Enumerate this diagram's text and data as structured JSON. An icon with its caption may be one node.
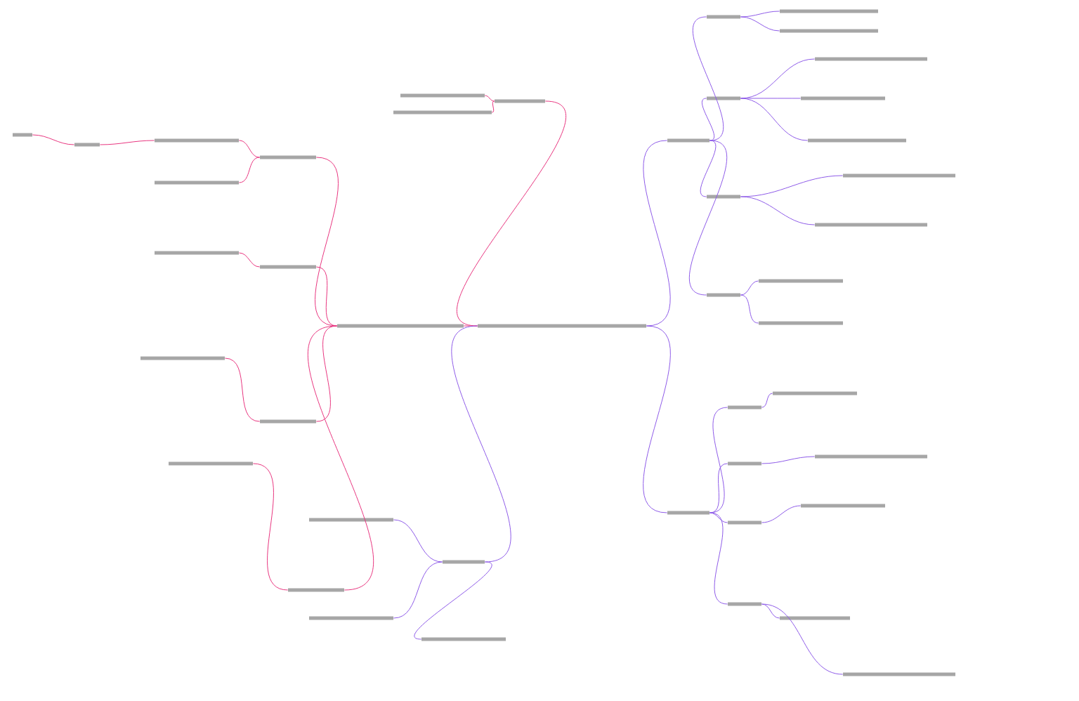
{
  "diagram": {
    "nodes": [
      {
        "text": [],
        "shape": "bar"
      },
      {
        "text": [],
        "shape": "bar"
      },
      {
        "text": [],
        "shape": "bar"
      },
      {
        "text": [],
        "shape": "bar"
      },
      {
        "text": [],
        "shape": "bar"
      },
      {
        "text": [],
        "shape": "bar"
      },
      {
        "text": [],
        "shape": "bar"
      },
      {
        "text": [],
        "shape": "bar"
      },
      {
        "text": [],
        "shape": "bar"
      },
      {
        "text": [],
        "shape": "bar"
      },
      {
        "text": [],
        "shape": "bar"
      },
      {
        "text": [],
        "shape": "bar"
      },
      {
        "text": [],
        "shape": "bar"
      },
      {
        "text": [],
        "shape": "bar"
      },
      {
        "text": [],
        "shape": "bar"
      },
      {
        "text": [],
        "shape": "bar"
      },
      {
        "text": [],
        "shape": "bar"
      },
      {
        "text": [],
        "shape": "bar"
      },
      {
        "text": [],
        "shape": "bar"
      },
      {
        "text": [],
        "shape": "bar"
      },
      {
        "text": [],
        "shape": "bar"
      },
      {
        "text": [],
        "shape": "bar"
      },
      {
        "text": [],
        "shape": "bar"
      },
      {
        "text": [],
        "shape": "bar"
      },
      {
        "text": [],
        "shape": "bar"
      },
      {
        "text": [],
        "shape": "bar"
      },
      {
        "text": [],
        "shape": "bar"
      },
      {
        "text": [],
        "shape": "bar"
      },
      {
        "text": [],
        "shape": "bar"
      },
      {
        "text": [],
        "shape": "bar"
      },
      {
        "text": [],
        "shape": "bar"
      },
      {
        "text": [],
        "shape": "bar"
      },
      {
        "text": [],
        "shape": "bar"
      },
      {
        "text": [],
        "shape": "bar"
      },
      {
        "text": [],
        "shape": "bar"
      },
      {
        "text": [],
        "shape": "bar"
      },
      {
        "text": [],
        "shape": "bar"
      },
      {
        "text": [],
        "shape": "bar"
      },
      {
        "text": [],
        "shape": "bar"
      },
      {
        "text": [],
        "shape": "bar"
      },
      {
        "text": [],
        "shape": "bar"
      },
      {
        "text": [],
        "shape": "bar"
      },
      {
        "text": [],
        "shape": "bar"
      },
      {
        "text": [],
        "shape": "bar"
      }
    ],
    "edges": [
      {
        "from": 0,
        "to": 1,
        "arrow": "none"
      },
      {
        "from": 0,
        "to": 2,
        "arrow": "none"
      },
      {
        "from": 0,
        "to": 3,
        "arrow": "none",
        "color": "#e8357f"
      },
      {
        "from": 0,
        "to": 4,
        "arrow": "none",
        "color": "#e8357f"
      },
      {
        "from": 0,
        "to": 40,
        "arrow": "none"
      },
      {
        "from": 1,
        "to": 5,
        "arrow": "none"
      },
      {
        "from": 1,
        "to": 6,
        "arrow": "none"
      },
      {
        "from": 1,
        "to": 7,
        "arrow": "none"
      },
      {
        "from": 1,
        "to": 8,
        "arrow": "none"
      },
      {
        "from": 5,
        "to": 9,
        "arrow": "none"
      },
      {
        "from": 5,
        "to": 10,
        "arrow": "none"
      },
      {
        "from": 6,
        "to": 11,
        "arrow": "none"
      },
      {
        "from": 6,
        "to": 12,
        "arrow": "none"
      },
      {
        "from": 6,
        "to": 13,
        "arrow": "none"
      },
      {
        "from": 7,
        "to": 14,
        "arrow": "none"
      },
      {
        "from": 7,
        "to": 15,
        "arrow": "none"
      },
      {
        "from": 8,
        "to": 16,
        "arrow": "none"
      },
      {
        "from": 8,
        "to": 17,
        "arrow": "none"
      },
      {
        "from": 2,
        "to": 18,
        "arrow": "none"
      },
      {
        "from": 2,
        "to": 19,
        "arrow": "none"
      },
      {
        "from": 2,
        "to": 20,
        "arrow": "none"
      },
      {
        "from": 2,
        "to": 21,
        "arrow": "none"
      },
      {
        "from": 18,
        "to": 22,
        "arrow": "none"
      },
      {
        "from": 19,
        "to": 23,
        "arrow": "none"
      },
      {
        "from": 20,
        "to": 24,
        "arrow": "none"
      },
      {
        "from": 21,
        "to": 25,
        "arrow": "none"
      },
      {
        "from": 21,
        "to": 26,
        "arrow": "none"
      },
      {
        "from": 4,
        "to": 27,
        "arrow": "none",
        "color": "#e8357f"
      },
      {
        "from": 4,
        "to": 28,
        "arrow": "none",
        "color": "#e8357f"
      },
      {
        "from": 3,
        "to": 29,
        "arrow": "none",
        "color": "#e8357f"
      },
      {
        "from": 3,
        "to": 30,
        "arrow": "none",
        "color": "#e8357f"
      },
      {
        "from": 3,
        "to": 31,
        "arrow": "none",
        "color": "#e8357f"
      },
      {
        "from": 3,
        "to": 32,
        "arrow": "none",
        "color": "#e8357f"
      },
      {
        "from": 29,
        "to": 33,
        "arrow": "none",
        "color": "#e8357f"
      },
      {
        "from": 29,
        "to": 34,
        "arrow": "none",
        "color": "#e8357f"
      },
      {
        "from": 30,
        "to": 35,
        "arrow": "none",
        "color": "#e8357f"
      },
      {
        "from": 31,
        "to": 36,
        "arrow": "none",
        "color": "#e8357f"
      },
      {
        "from": 32,
        "to": 37,
        "arrow": "none",
        "color": "#e8357f"
      },
      {
        "from": 33,
        "to": 38,
        "arrow": "none",
        "color": "#e8357f"
      },
      {
        "from": 38,
        "to": 39,
        "arrow": "none",
        "color": "#e8357f"
      },
      {
        "from": 40,
        "to": 41,
        "arrow": "none"
      },
      {
        "from": 40,
        "to": 42,
        "arrow": "none"
      },
      {
        "from": 40,
        "to": 43,
        "arrow": "none"
      }
    ]
  }
}
